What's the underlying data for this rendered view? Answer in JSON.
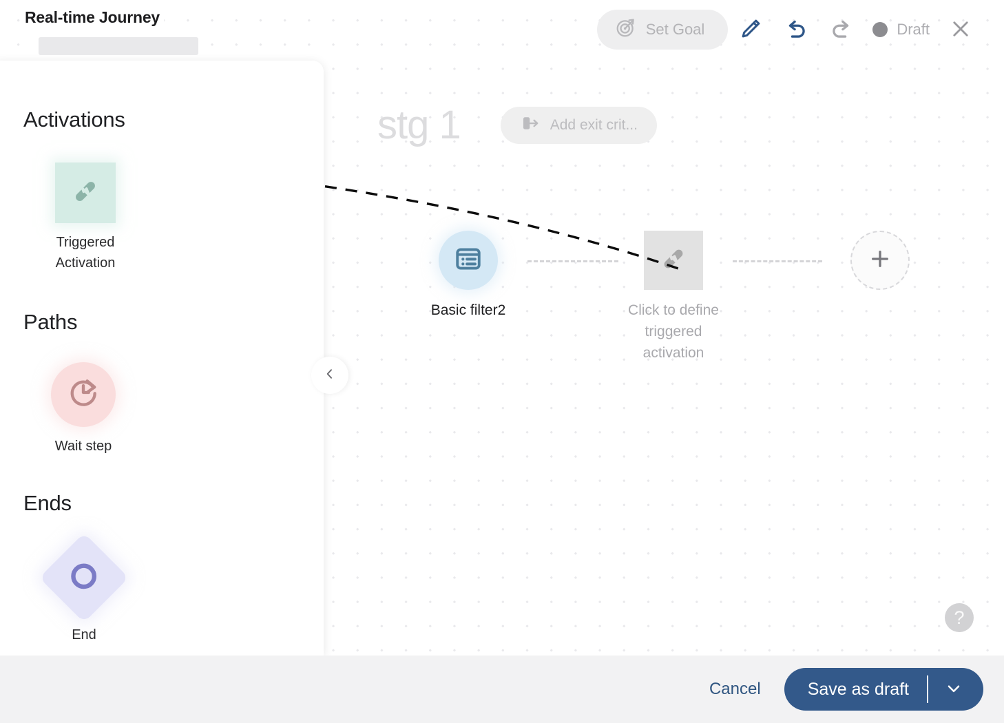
{
  "header": {
    "title": "Real-time Journey",
    "set_goal_label": "Set Goal",
    "set_goal_icon": "target-goal-icon",
    "edit_icon": "pencil-icon",
    "undo_icon": "undo-arrow-icon",
    "redo_icon": "redo-arrow-icon",
    "status_label": "Draft",
    "status_dot_color": "#8c8c90",
    "close_icon": "close-x-icon"
  },
  "sidebar": {
    "collapse_icon": "chevron-left-icon",
    "sections": [
      {
        "title": "Activations",
        "items": [
          {
            "label": "Triggered Activation",
            "icon": "plug-connector-icon",
            "shape": "square",
            "color": "#d5ece5",
            "icon_color": "#8bb3a8"
          }
        ]
      },
      {
        "title": "Paths",
        "items": [
          {
            "label": "Wait step",
            "icon": "clock-timer-icon",
            "shape": "circle",
            "color": "#fadddd",
            "icon_color": "#c08c8c"
          }
        ]
      },
      {
        "title": "Ends",
        "items": [
          {
            "label": "End",
            "icon": "circle-outline-icon",
            "shape": "diamond",
            "color": "#e3e3f8",
            "icon_color": "#7b7bc8"
          }
        ]
      }
    ]
  },
  "canvas": {
    "stage_name": "stg 1",
    "exit_criteria_label": "Add exit crit...",
    "exit_criteria_icon": "exit-door-arrow-icon",
    "help_icon": "question-mark-icon",
    "nodes": [
      {
        "label": "Basic filter2",
        "icon": "list-filter-icon",
        "shape": "circle",
        "color": "#d4e8f5",
        "icon_color": "#4d7f9e",
        "state": "defined"
      },
      {
        "label": "Click to define triggered activation",
        "icon": "plug-connector-icon",
        "shape": "square",
        "color": "#e2e2e2",
        "icon_color": "#a8a8a8",
        "state": "undefined"
      },
      {
        "label": "",
        "icon": "plus-icon",
        "shape": "dashed-circle",
        "color": "#fbfbfb",
        "icon_color": "#8c8c90",
        "state": "add"
      }
    ]
  },
  "footer": {
    "cancel_label": "Cancel",
    "save_label": "Save as draft",
    "caret_icon": "chevron-down-icon",
    "accent_color": "#33598a"
  }
}
